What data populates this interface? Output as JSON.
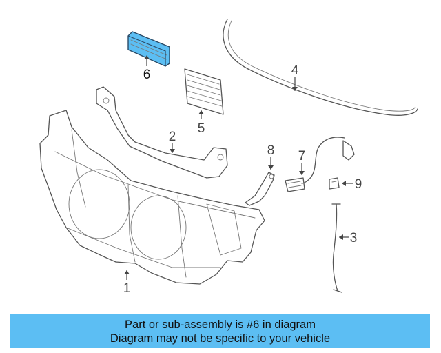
{
  "diagram": {
    "highlight_color": "#5cbef3",
    "labels": [
      {
        "id": "p1",
        "text": "1"
      },
      {
        "id": "p2",
        "text": "2"
      },
      {
        "id": "p3",
        "text": "3"
      },
      {
        "id": "p4",
        "text": "4"
      },
      {
        "id": "p5",
        "text": "5"
      },
      {
        "id": "p6",
        "text": "6",
        "highlighted": true
      },
      {
        "id": "p7",
        "text": "7"
      },
      {
        "id": "p8",
        "text": "8"
      },
      {
        "id": "p9",
        "text": "9"
      }
    ]
  },
  "banner": {
    "line1": "Part or sub-assembly is #6 in diagram",
    "line2": "Diagram may not be specific to your vehicle",
    "background": "#5cbef3"
  }
}
